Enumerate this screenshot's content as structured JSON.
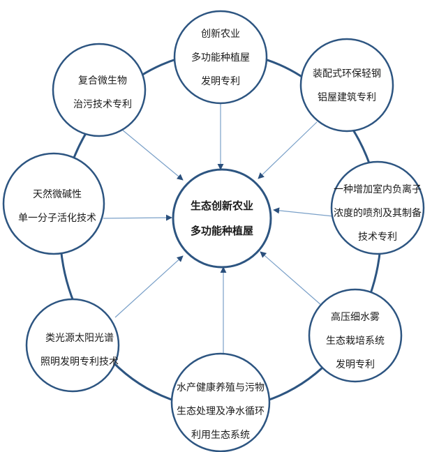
{
  "center": {
    "lines": [
      "生态创新农业",
      "多功能种植屋"
    ]
  },
  "nodes": [
    {
      "id": "top",
      "lines": [
        "创新农业",
        "多功能种植屋",
        "发明专利"
      ]
    },
    {
      "id": "top-right",
      "lines": [
        "装配式环保轻钢",
        "铝屋建筑专利"
      ]
    },
    {
      "id": "right",
      "lines": [
        "一种增加室内负离子",
        "浓度的喷剂及其制备",
        "技术专利"
      ]
    },
    {
      "id": "bottom-right",
      "lines": [
        "高压细水雾",
        "生态栽培系统",
        "发明专利"
      ]
    },
    {
      "id": "bottom",
      "lines": [
        "水产健康养殖与污物",
        "生态处理及净水循环",
        "利用生态系统"
      ]
    },
    {
      "id": "bottom-left",
      "lines": [
        "类光源太阳光谱",
        "照明发明专利技术"
      ]
    },
    {
      "id": "left",
      "lines": [
        "天然微碱性",
        "单一分子活化技术"
      ]
    },
    {
      "id": "top-left",
      "lines": [
        "复合微生物",
        "治污技术专利"
      ]
    }
  ],
  "colors": {
    "circle_stroke": "#2d5581",
    "ring_stroke": "#2d5581",
    "arrow": "#7aa0c8",
    "arrow_head": "#2a4f7c",
    "text": "#1a1a1a"
  }
}
